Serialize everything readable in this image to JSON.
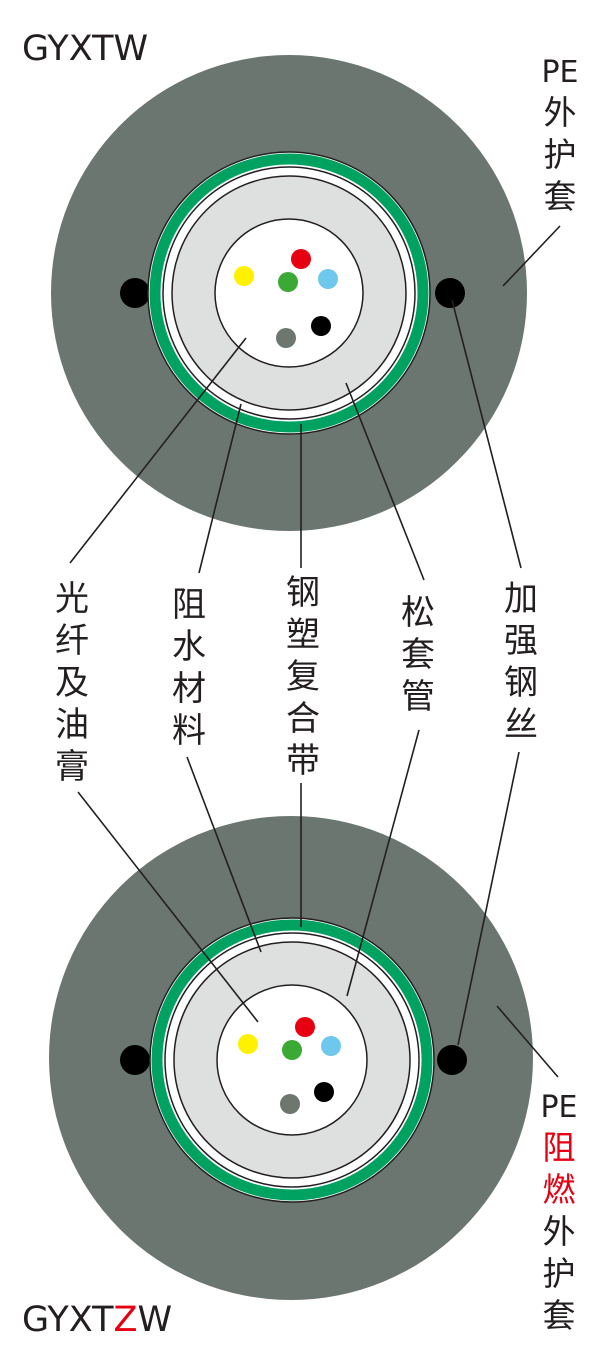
{
  "title_top": "GYXTW",
  "title_bottom": {
    "prefix": "GYXT",
    "highlight": "Z",
    "suffix": "W"
  },
  "colors": {
    "sheath": "#6c7670",
    "core": "#dedfdf",
    "tape_green": "#00a262",
    "line": "#231f20",
    "highlight_red": "#e60012",
    "fiber_red": "#e60012",
    "fiber_yellow": "#fff100",
    "fiber_green": "#3aaa35",
    "fiber_blue": "#6ec8ee",
    "fiber_black": "#000000",
    "fiber_gray": "#6d7770"
  },
  "labels": {
    "sheath_top": [
      "PE",
      "外",
      "护",
      "套"
    ],
    "sheath_bottom": {
      "prefix": "PE",
      "highlight": [
        "阻",
        "燃"
      ],
      "suffix": [
        "外",
        "护",
        "套"
      ]
    },
    "fiber_gel": [
      "光",
      "纤",
      "及",
      "油",
      "膏"
    ],
    "water_blocking": [
      "阻",
      "水",
      "材",
      "料"
    ],
    "steel_tape": [
      "钢",
      "塑",
      "复",
      "合",
      "带"
    ],
    "loose_tube": [
      "松",
      "套",
      "管"
    ],
    "strength_wire": [
      "加",
      "强",
      "钢",
      "丝"
    ]
  }
}
